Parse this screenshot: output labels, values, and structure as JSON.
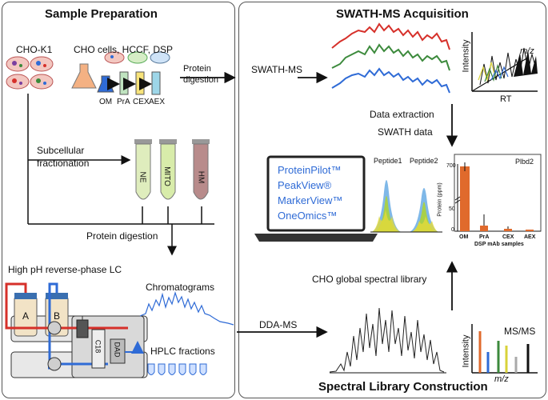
{
  "left_panel": {
    "title": "Sample Preparation",
    "cho_k1": "CHO-K1",
    "cho_cells": "CHO cells, HCCF, DSP",
    "steps": [
      "OM",
      "PrA",
      "CEX",
      "AEX"
    ],
    "protein_digestion_arrow": "Protein\ndigestion",
    "subcellular": "Subcellular\nfractionation",
    "tubes": [
      "NE",
      "MITO",
      "HM"
    ],
    "protein_digestion_bottom": "Protein digestion",
    "hplc_title": "High pH reverse-phase LC",
    "bottle_a": "A",
    "bottle_b": "B",
    "column": "C18",
    "detector": "DAD",
    "chromatograms": "Chromatograms",
    "hplc_fractions": "HPLC fractions"
  },
  "right_panel": {
    "title": "SWATH-MS Acquisition",
    "swath_ms": "SWATH-MS",
    "axis_intensity": "Intensity",
    "axis_mz": "m/z",
    "axis_rt": "RT",
    "data_extraction": "Data extraction",
    "swath_data": "SWATH data",
    "software": [
      "ProteinPilot™",
      "PeakView®",
      "MarkerView™",
      "OneOmics™"
    ],
    "peptide1": "Peptide1",
    "peptide2": "Peptide2",
    "bar_chart": {
      "title": "Plbd2",
      "ylabel": "Protein (ppm)",
      "yticks": [
        "700",
        "50",
        "0"
      ],
      "categories": [
        "OM",
        "PrA",
        "CEX",
        "AEX"
      ],
      "xlabel": "DSP mAb samples"
    },
    "cho_library": "CHO global spectral library",
    "dda_ms": "DDA-MS",
    "ms_ms": "MS/MS",
    "ms_intensity": "Intensity",
    "ms_mz": "m/z",
    "spectral_library": "Spectral Library Construction"
  },
  "colors": {
    "arrow": "#111111",
    "blue": "#2f6bd6",
    "red": "#d6302a",
    "green": "#3c8a3c",
    "orange": "#e06a2c",
    "yellow": "#d8d23a"
  }
}
